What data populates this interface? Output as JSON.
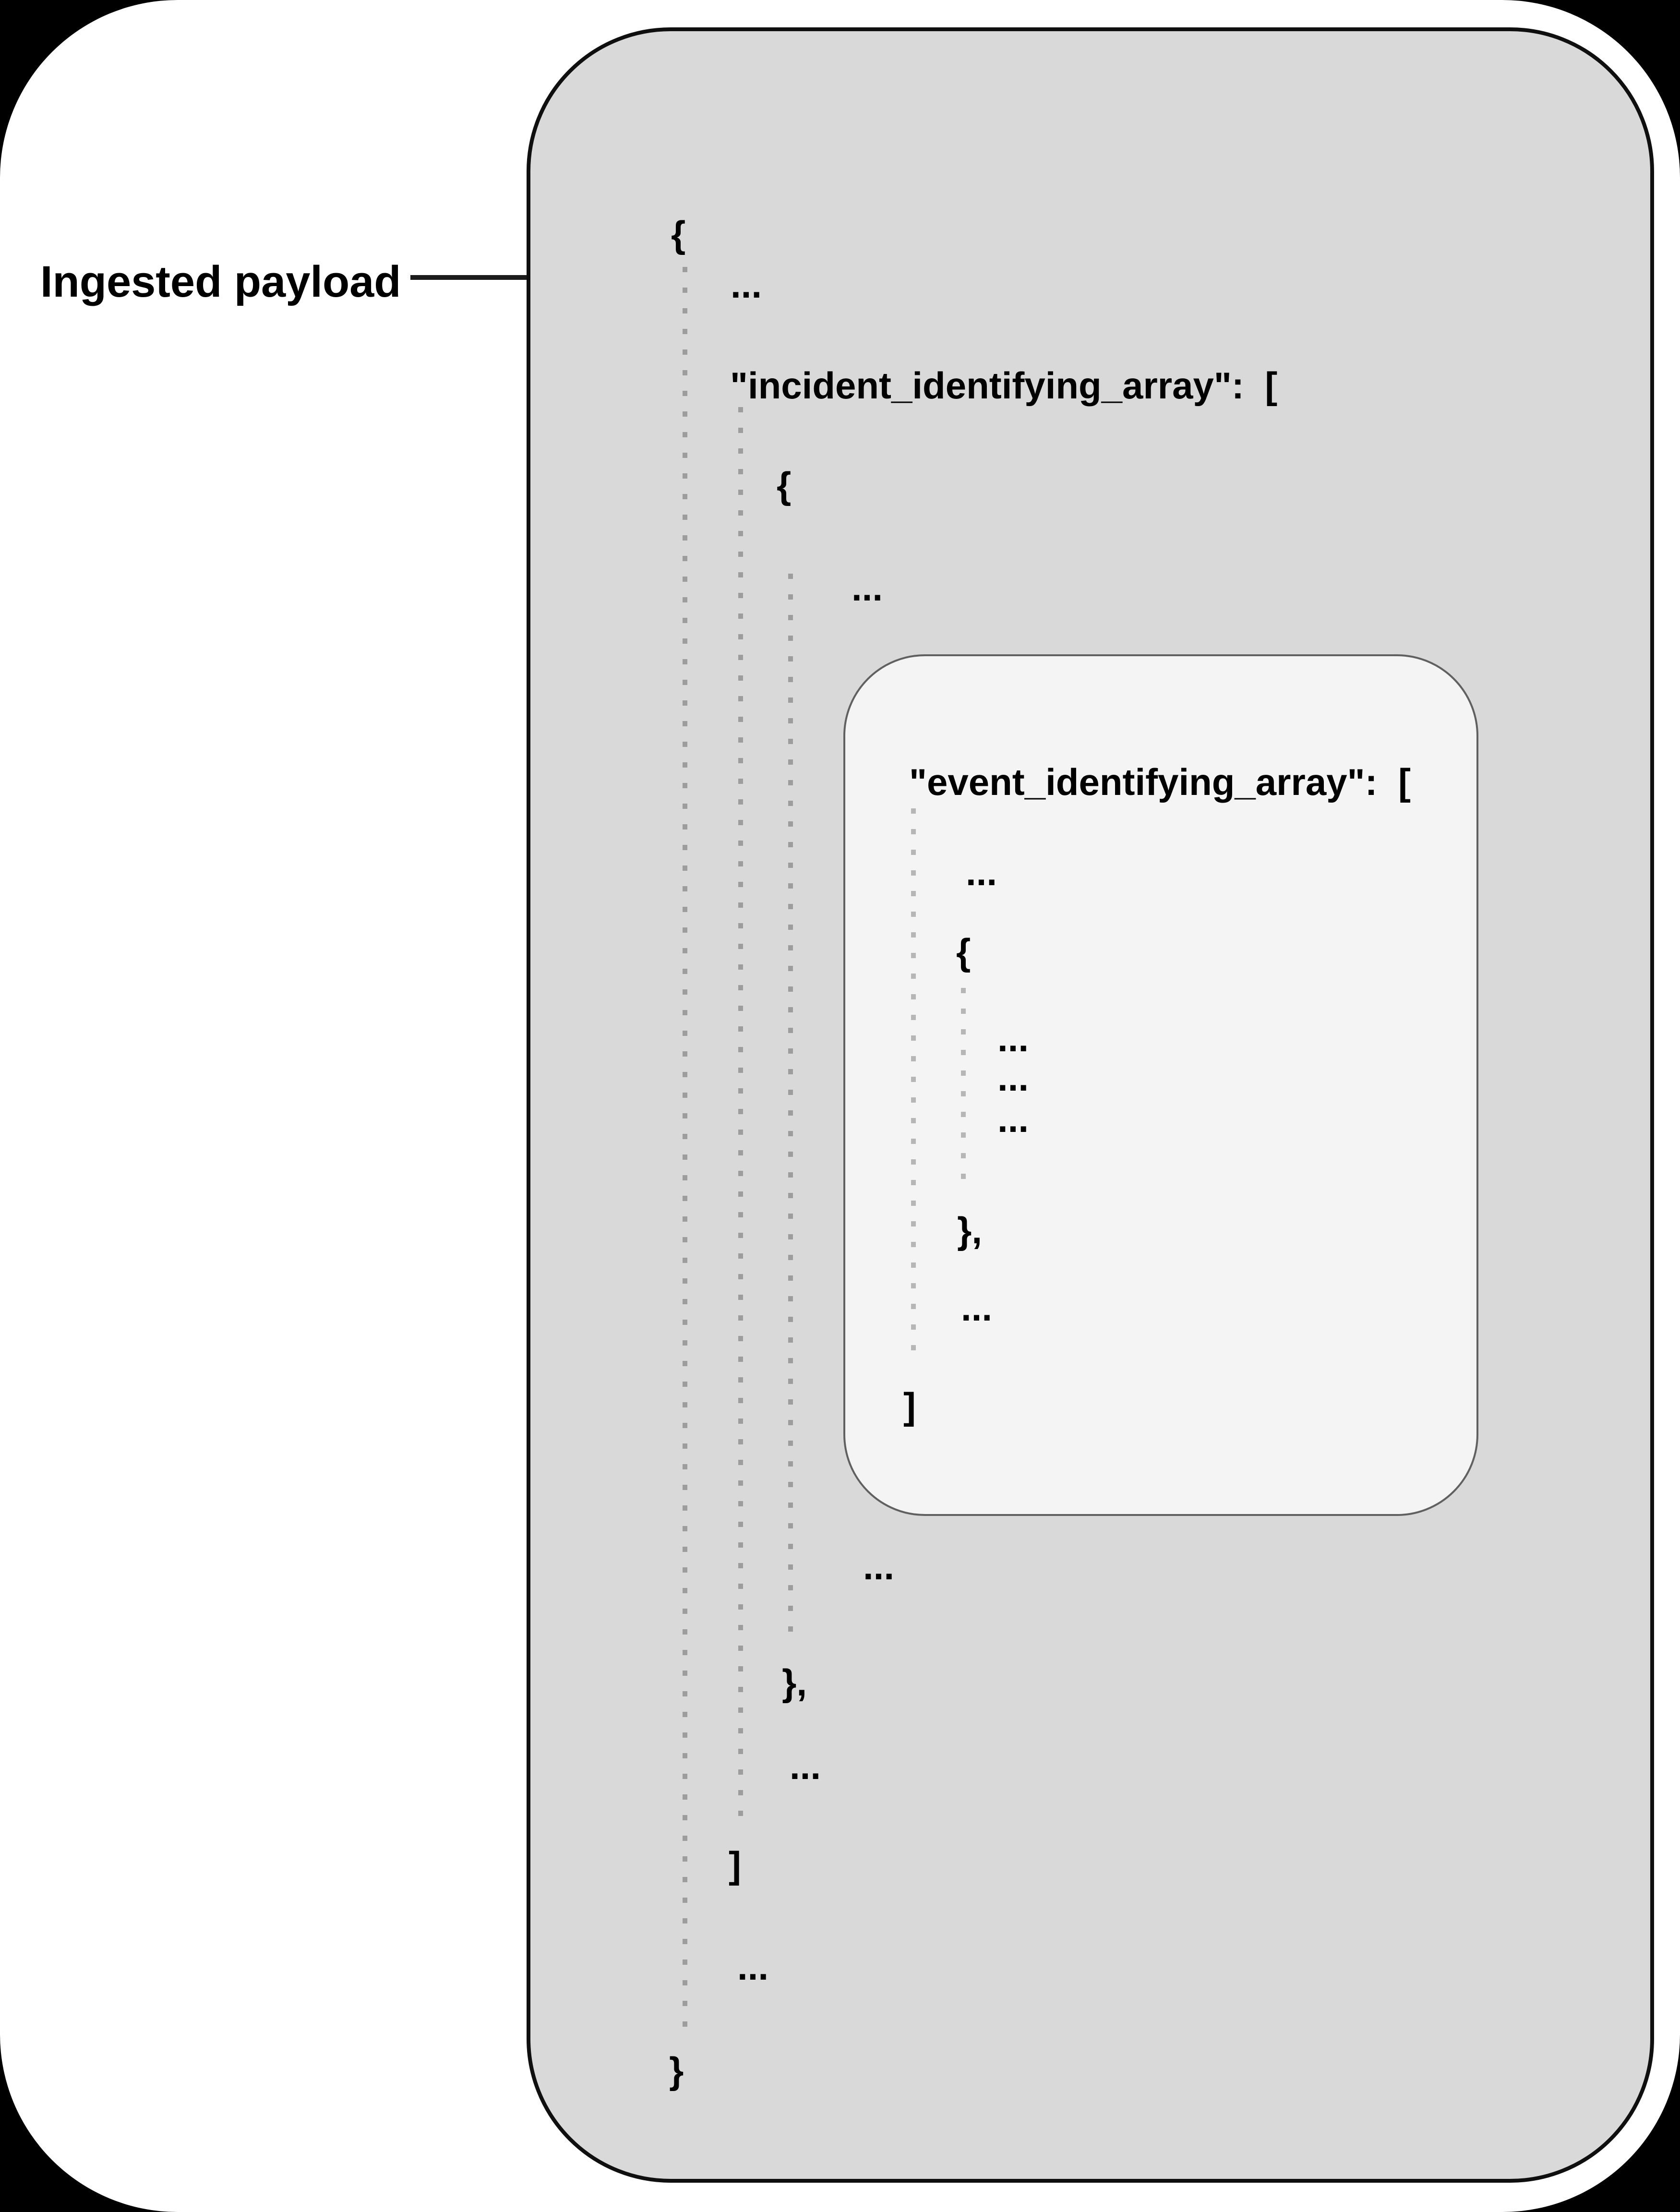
{
  "label": {
    "text": "Ingested payload"
  },
  "colors": {
    "page_bg": "#000000",
    "canvas_bg": "#ffffff",
    "payload_box_fill": "#d9d9d9",
    "payload_box_border": "#0f0f0f",
    "event_box_fill": "#f4f4f4",
    "event_box_border": "#606060",
    "guide_dot_outer": "#9d9d9d",
    "guide_dot_inner": "#b6b6b6",
    "connector": "#1c1c1c",
    "text": "#000000"
  },
  "payload_box": {
    "lines": [
      {
        "text": "{"
      },
      {
        "text": "..."
      },
      {
        "text": "\"incident_identifying_array\":  ["
      },
      {
        "text": "{"
      },
      {
        "text": "..."
      },
      {
        "text": "..."
      },
      {
        "text": "},"
      },
      {
        "text": "..."
      },
      {
        "text": "]"
      },
      {
        "text": "..."
      },
      {
        "text": "}"
      }
    ]
  },
  "event_box": {
    "lines": [
      {
        "text": "\"event_identifying_array\":  ["
      },
      {
        "text": "..."
      },
      {
        "text": "{"
      },
      {
        "text": "..."
      },
      {
        "text": "..."
      },
      {
        "text": "..."
      },
      {
        "text": "},"
      },
      {
        "text": "..."
      },
      {
        "text": "]"
      }
    ]
  }
}
